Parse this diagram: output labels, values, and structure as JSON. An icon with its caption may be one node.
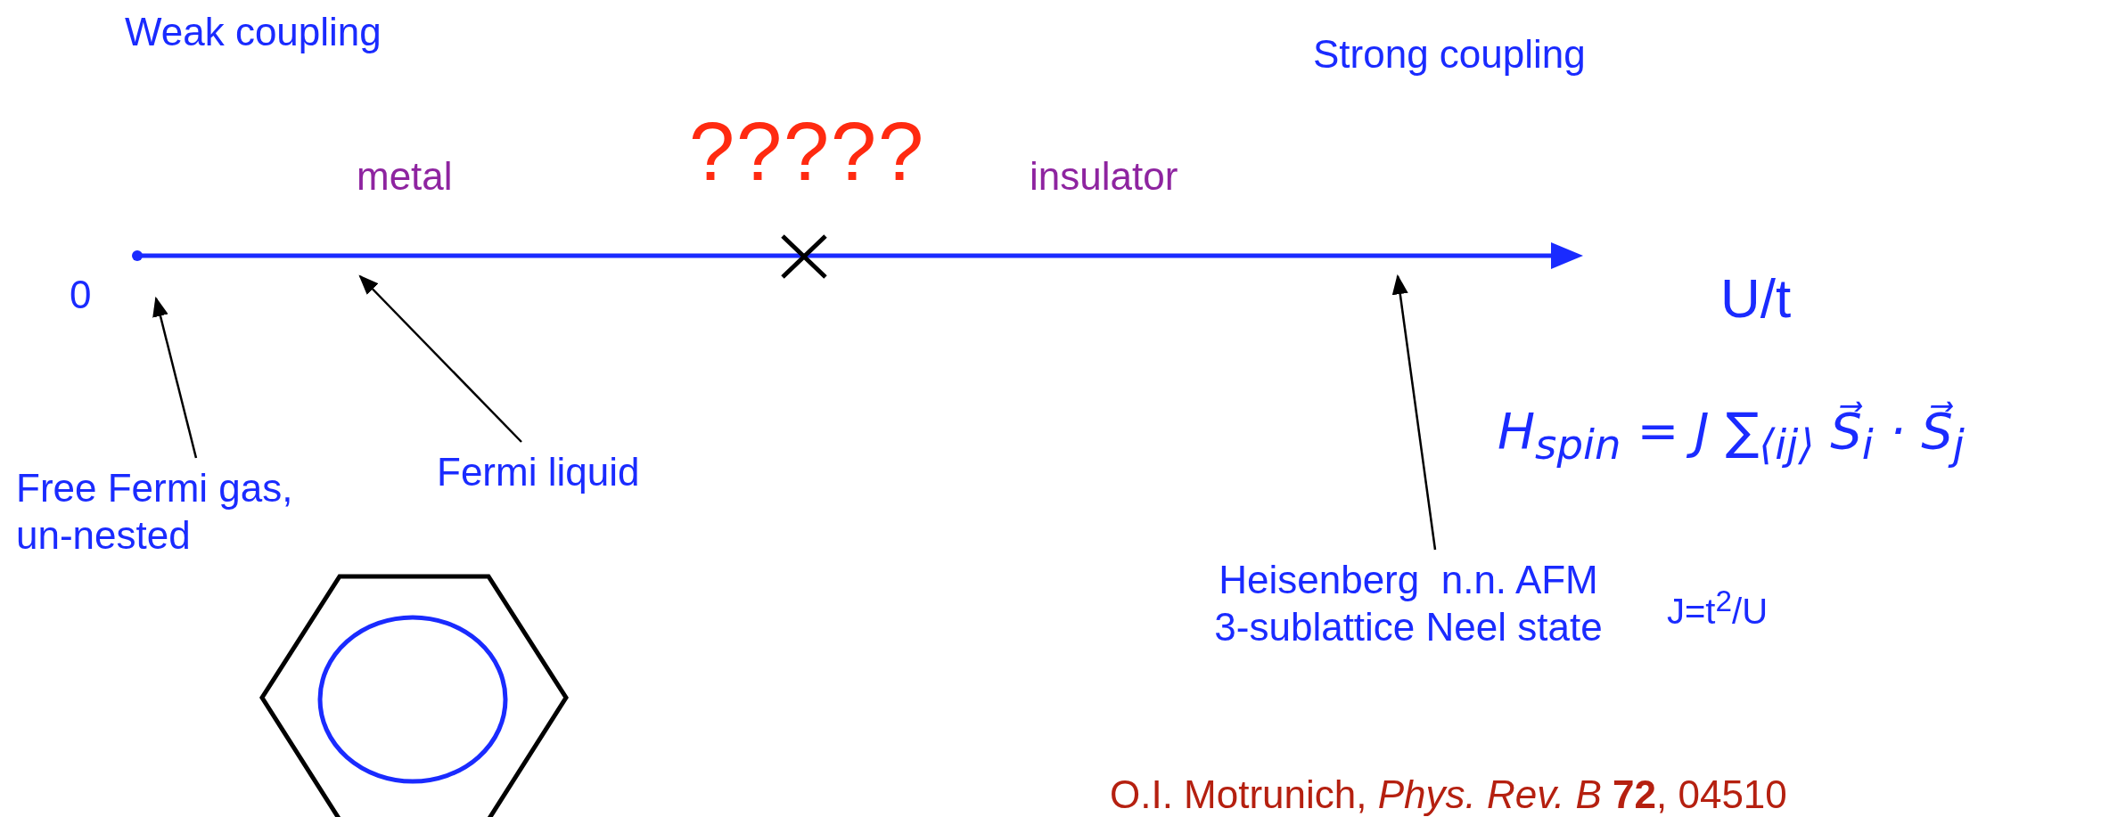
{
  "diagram": {
    "nodes": [
      {
        "text": [
          "Free Fermi gas, un-nested"
        ]
      },
      {
        "text": [
          "Fermi liquid"
        ]
      },
      {
        "text": [
          "Heisenberg  n.n. AFM 3-sublattice Neel state"
        ]
      }
    ],
    "edges": [
      {
        "from": 0,
        "to": null,
        "arrow": "to"
      },
      {
        "from": 1,
        "to": null,
        "arrow": "to"
      },
      {
        "from": 2,
        "to": null,
        "arrow": "to"
      }
    ],
    "labels": [
      "Weak coupling",
      "Strong coupling",
      "metal",
      "?????",
      "insulator",
      "0",
      "U/t",
      "H$_{spin}$ = J ∑$_{⟨ij⟩}$ S⃗$_{i}$ · S⃗$_{j}$",
      "J=t$^{2}$/U",
      "O.I. Motrunich, *Phys. Rev. B* **72**, 04510"
    ]
  }
}
